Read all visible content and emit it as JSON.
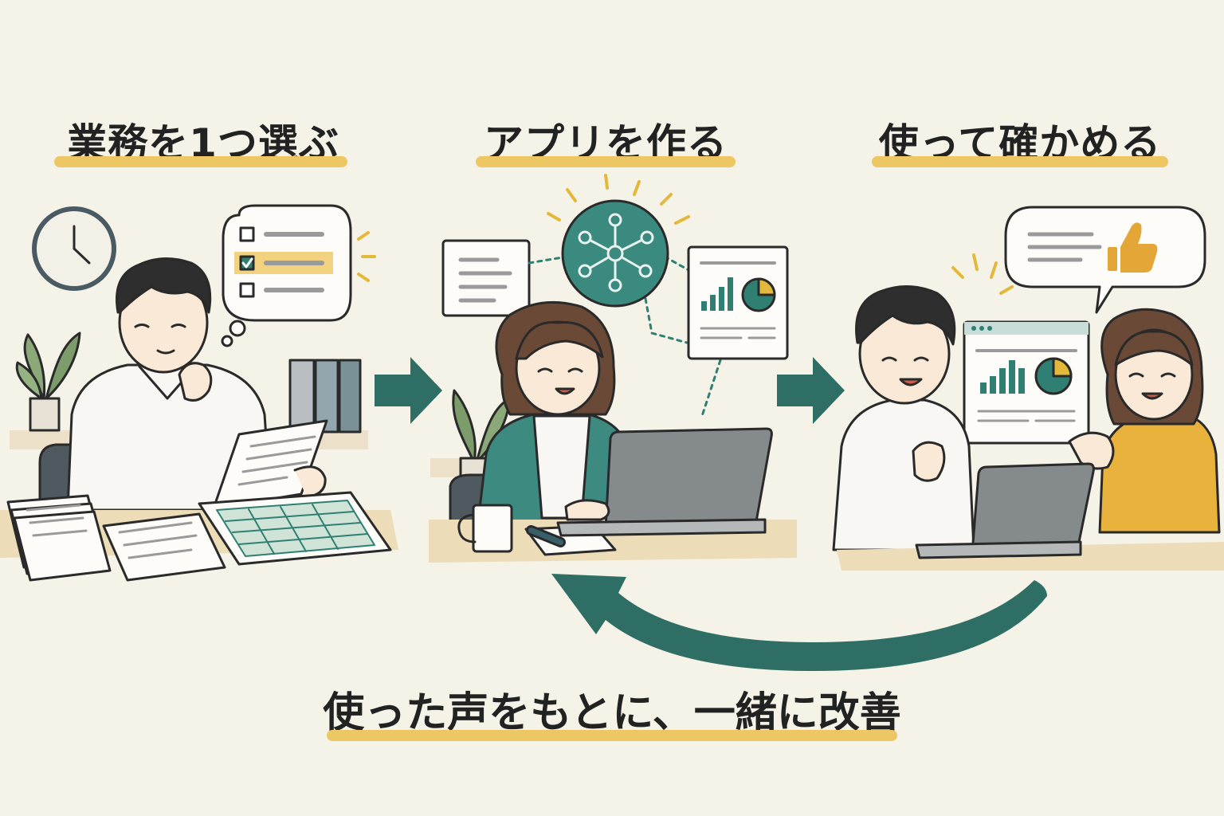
{
  "steps": [
    {
      "title": "業務を1つ選ぶ"
    },
    {
      "title": "アプリを作る"
    },
    {
      "title": "使って確かめる"
    }
  ],
  "loop_caption": "使った声をもとに、一緒に改善",
  "colors": {
    "background": "#f5f2e8",
    "accent_teal": "#2f7f73",
    "highlight_yellow": "#ecc763",
    "ink": "#222222"
  },
  "icons": [
    "clock-icon",
    "checklist-icon",
    "network-hub-icon",
    "bar-chart-icon",
    "pie-chart-icon",
    "thumbs-up-icon",
    "arrow-right-icon",
    "loop-arrow-icon"
  ]
}
